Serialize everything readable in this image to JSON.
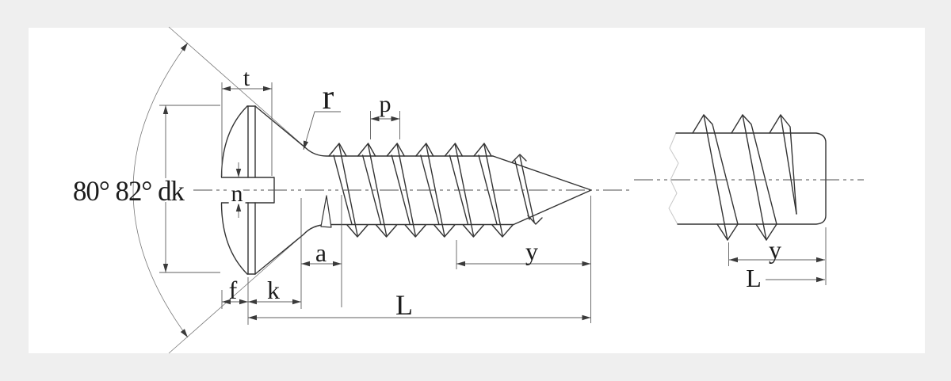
{
  "drawing": {
    "type": "technical-drawing-self-tapping-screw",
    "left_view": {
      "angle_and_head_dia": "80° 82° dk",
      "slot_depth": "t",
      "fillet_radius": "r",
      "thread_pitch": "p",
      "slot_width": "n",
      "thread_start": "a",
      "thread_runout": "y",
      "dome_height": "f",
      "head_height": "k",
      "overall_length": "L"
    },
    "right_view": {
      "thread_runout": "y",
      "overall_length": "L"
    },
    "colors": {
      "background": "#efefef",
      "paper": "#ffffff",
      "object_line": "#333333",
      "dimension_line": "#5f5f5f",
      "break_line": "#c8c8c8"
    }
  }
}
